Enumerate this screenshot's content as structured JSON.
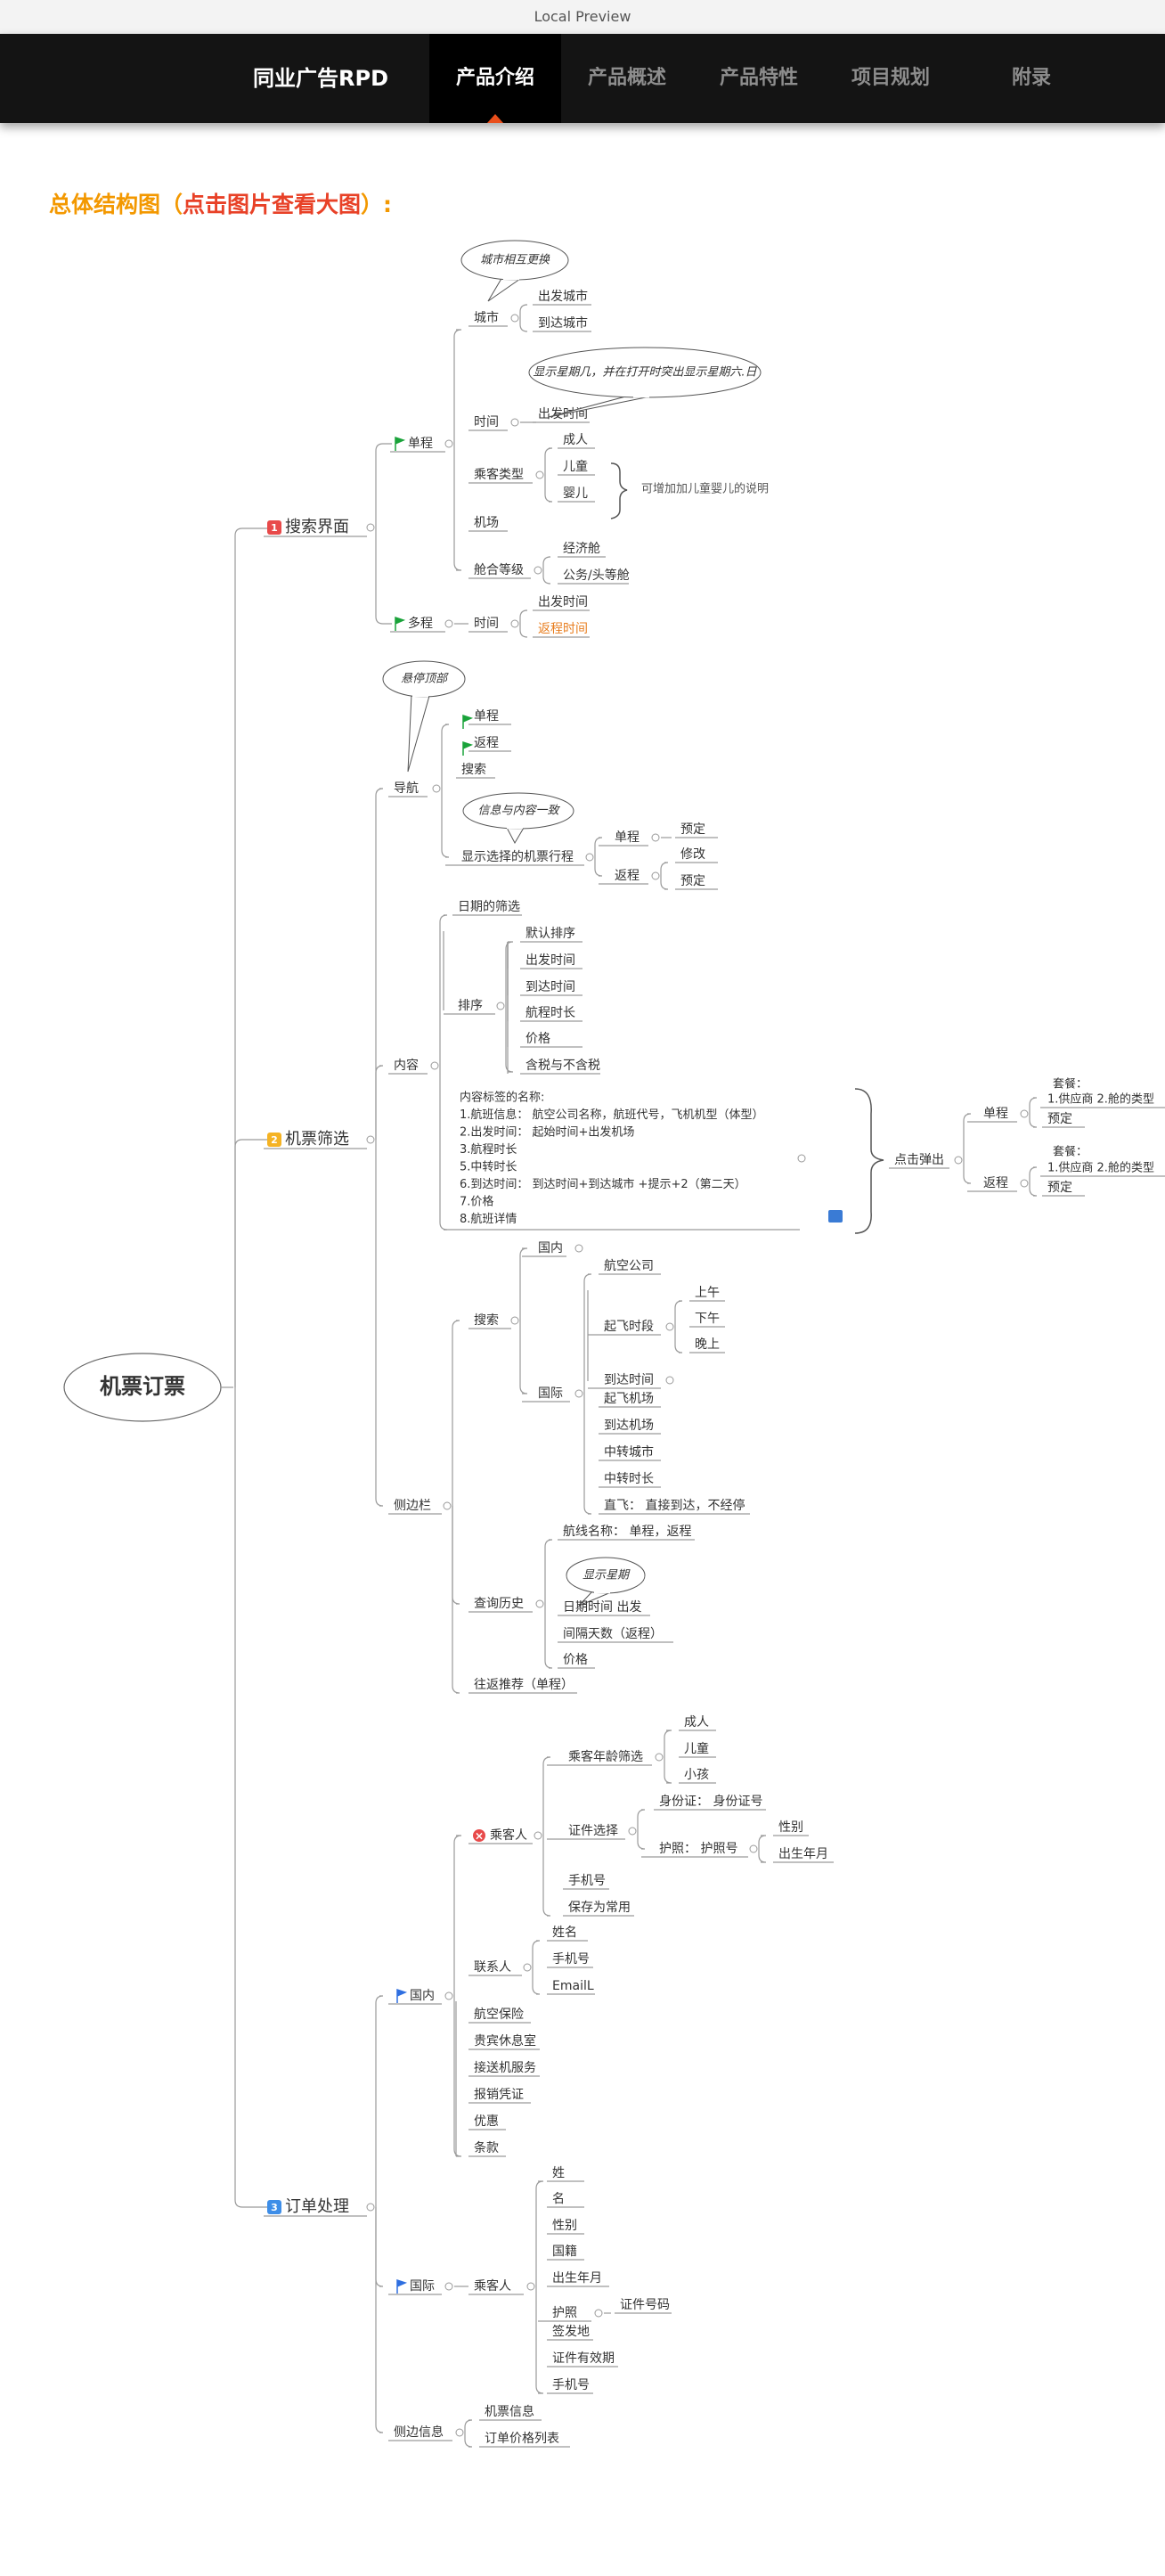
{
  "preview": {
    "title": "Local Preview"
  },
  "nav": {
    "brand": "同业广告RPD",
    "items": [
      "产品介绍",
      "产品概述",
      "产品特性",
      "项目规划",
      "附录"
    ],
    "active_index": 0
  },
  "section_title": {
    "prefix": "总体结构图（",
    "link": "点击图片查看大图",
    "suffix": "）:"
  },
  "colors": {
    "accent": "#e94e1b",
    "title": "#f39800",
    "link": "#e84127",
    "line": "#9a9a9a",
    "badge1": "#e84a4a",
    "badge2": "#f5b324",
    "badge3": "#3e8ee8",
    "flag_green": "#1aa33a",
    "flag_blue": "#2f6fe0",
    "orange_text": "#e87d1e"
  },
  "mindmap": {
    "root": "机票订票",
    "branches": {
      "search": {
        "badge": "1",
        "label": "搜索界面"
      },
      "filter": {
        "badge": "2",
        "label": "机票筛选"
      },
      "order": {
        "badge": "3",
        "label": "订单处理"
      }
    },
    "search": {
      "oneway": "单程",
      "city": "城市",
      "depart_city": "出发城市",
      "arrive_city": "到达城市",
      "city_callout": "城市相互更换",
      "time": "时间",
      "depart_time": "出发时间",
      "time_callout": "显示星期几，并在打开时突出显示星期六.日",
      "pax_type": "乘客类型",
      "adult": "成人",
      "child": "儿童",
      "infant": "婴儿",
      "pax_note": "可增加加儿童婴儿的说明",
      "airport": "机场",
      "cabin": "舱合等级",
      "economy": "经济舱",
      "business": "公务/头等舱",
      "multi": "多程",
      "multi_time": "时间",
      "return_time": "返程时间"
    },
    "filter": {
      "nav": "导航",
      "nav_callout": "悬停顶部",
      "nav_oneway": "单程",
      "nav_return": "返程",
      "nav_search": "搜索",
      "info_callout": "信息与内容一致",
      "show_selected": "显示选择的机票行程",
      "sel_oneway": "单程",
      "sel_return": "返程",
      "book1": "预定",
      "modify": "修改",
      "book2": "预定",
      "content": "内容",
      "date_filter": "日期的筛选",
      "sort": "排序",
      "sort_items": [
        "默认排序",
        "出发时间",
        "到达时间",
        "航程时长",
        "价格",
        "含税与不含税"
      ],
      "tags_lines": [
        "内容标签的名称:",
        "1.航班信息：  航空公司名称，航班代号，飞机机型（体型）",
        " 2.出发时间：  起始时间+出发机场",
        " 3.航程时长",
        "5.中转时长",
        "6.到达时间：  到达时间+到达城市   +提示+2（第二天）",
        "7.价格",
        "8.航班详情"
      ],
      "popup": "点击弹出",
      "pop_oneway": "单程",
      "pop_return": "返程",
      "package": "套餐：",
      "supplier": "1.供应商   2.舱的类型",
      "pop_book": "预定",
      "sidebar": "侧边栏",
      "sb_search": "搜索",
      "domestic": "国内",
      "intl": "国际",
      "airline": "航空公司",
      "dep_period": "起飞时段",
      "morning": "上午",
      "afternoon": "下午",
      "evening": "晚上",
      "arr_time": "到达时间",
      "dep_airport": "起飞机场",
      "arr_airport": "到达机场",
      "transfer_city": "中转城市",
      "transfer_time": "中转时长",
      "direct": "直飞：  直接到达，不经停",
      "history": "查询历史",
      "route_name": "航线名称：  单程，返程",
      "week_callout": "显示星期",
      "date_time": "日期时间   出发",
      "interval": "间隔天数（返程）",
      "hist_price": "价格",
      "recommend": "往返推荐（单程）"
    },
    "order": {
      "domestic": "国内",
      "passenger": "乘客人",
      "age_filter": "乘客年龄筛选",
      "adult": "成人",
      "child": "儿童",
      "kid": "小孩",
      "id_select": "证件选择",
      "idcard": "身份证：  身份证号",
      "passport": "护照：  护照号",
      "gender": "性别",
      "birth": "出生年月",
      "phone": "手机号",
      "save_common": "保存为常用",
      "contact": "联系人",
      "c_name": "姓名",
      "c_phone": "手机号",
      "c_email": "EmailL",
      "insurance": "航空保险",
      "vip": "贵宾休息室",
      "transfer": "接送机服务",
      "receipt": "报销凭证",
      "discount": "优惠",
      "terms": "条款",
      "intl": "国际",
      "i_passenger": "乘客人",
      "i_fields": [
        "姓",
        "名",
        "性别",
        "国籍",
        "出生年月"
      ],
      "i_passport": "护照",
      "i_cert_no": "证件号码",
      "i_fields2": [
        "签发地",
        "证件有效期",
        "手机号"
      ],
      "side_info": "侧边信息",
      "ticket_info": "机票信息",
      "price_list": "订单价格列表"
    }
  }
}
